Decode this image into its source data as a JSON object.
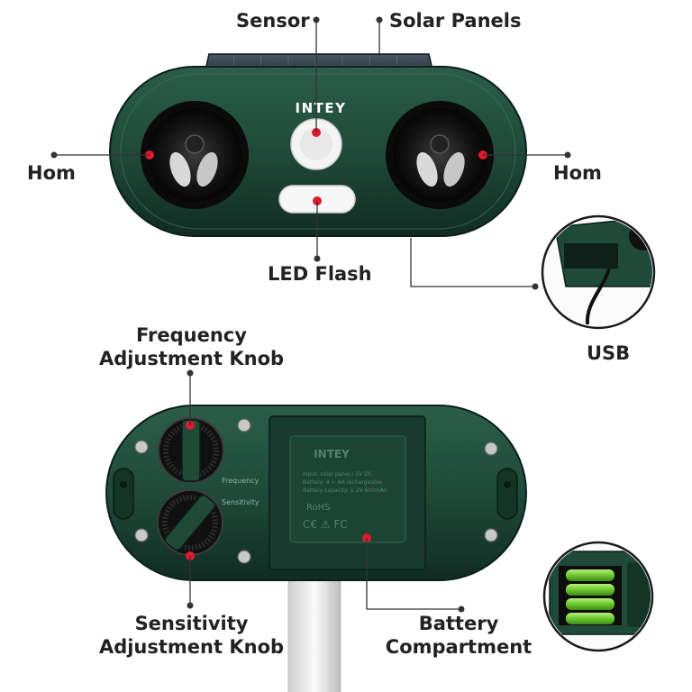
{
  "brand": "INTEY",
  "callouts": {
    "sensor": "Sensor",
    "solar_panels": "Solar Panels",
    "horn_left": "Hom",
    "horn_right": "Hom",
    "led_flash": "LED Flash",
    "usb": "USB",
    "frequency_line1": "Frequency",
    "frequency_line2": "Adjustment Knob",
    "sensitivity_line1": "Sensitivity",
    "sensitivity_line2": "Adjustment Knob",
    "battery_line1": "Battery",
    "battery_line2": "Compartment"
  },
  "back_panel": {
    "brand": "INTEY",
    "frequency_text": "Frequency",
    "sensitivity_text": "Sensitivity",
    "rohs_text": "RoHS",
    "marks_text": "C€ ⚠ FC",
    "note_line1": "Input: solar panel / 5V DC",
    "note_line2": "Battery: 4 × AA rechargeable",
    "note_line3": "Battery capacity: 1.2V 600mAh"
  },
  "colors": {
    "housing": "#1f4a3a",
    "housing_dark": "#0f2a20",
    "accent_dot": "#e0192e",
    "leader_line": "#333333",
    "label_text": "#222222"
  }
}
